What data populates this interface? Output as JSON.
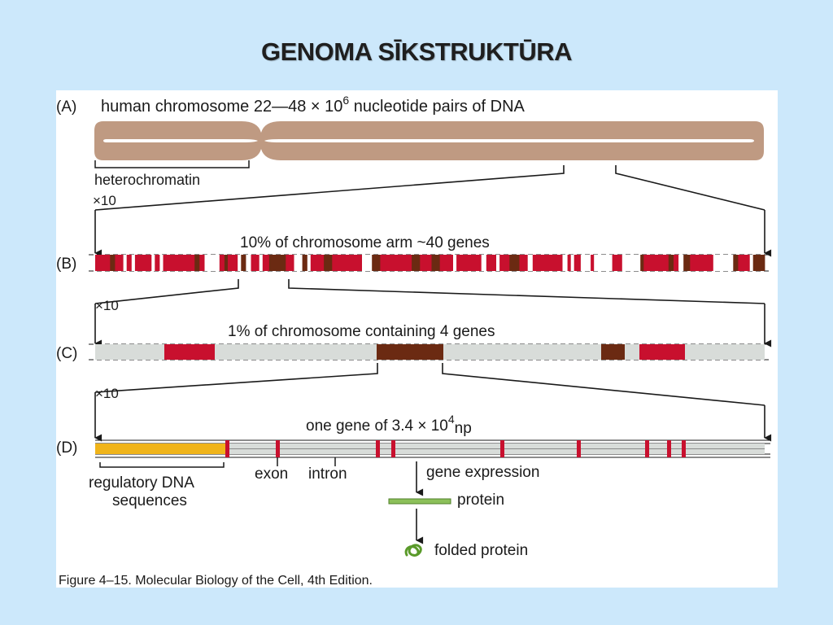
{
  "slide": {
    "title": "GENOMA SĪKSTRUKTŪRA"
  },
  "figure": {
    "colors": {
      "chromosome": "#bf9a82",
      "red": "#c8102e",
      "brown": "#6b2a12",
      "grey": "#d8dcd9",
      "gold": "#f0b41a",
      "green": "#8cc05a"
    },
    "a": {
      "tag": "(A)",
      "label_prefix": "human chromosome 22—48 × 10",
      "label_exp": "6",
      "label_suffix": " nucleotide pairs of DNA",
      "heterochromatin": "heterochromatin"
    },
    "mag1": "×10",
    "b": {
      "tag": "(B)",
      "label": "10% of chromosome arm ~40 genes"
    },
    "mag2": "×10",
    "c": {
      "tag": "(C)",
      "label": "1% of chromosome containing 4 genes"
    },
    "mag3": "×10",
    "d": {
      "tag": "(D)",
      "label_prefix": "one gene of 3.4 × 10",
      "label_exp": "4",
      "label_suffix": "np",
      "regulatory_line1": "regulatory DNA",
      "regulatory_line2": "sequences",
      "exon": "exon",
      "intron": "intron",
      "gene_expression": "gene expression",
      "protein": "protein",
      "folded_protein": "folded protein",
      "folded_protein_icon": "folded-protein-icon"
    },
    "caption": "Figure 4–15. Molecular Biology of the Cell, 4th Edition."
  }
}
